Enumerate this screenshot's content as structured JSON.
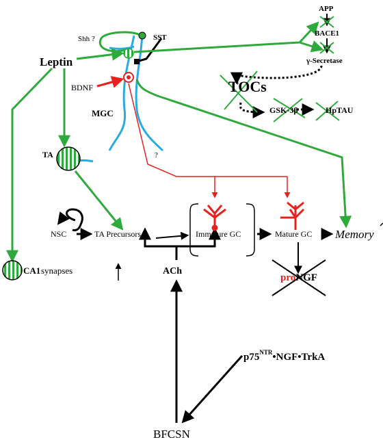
{
  "colors": {
    "green": "#2eaa3c",
    "blue": "#29abe2",
    "red": "#e8211c",
    "black": "#000000"
  },
  "labels": {
    "leptin": "Leptin",
    "shh": "Shh ?",
    "sst": "SST",
    "bdnf": "BDNF",
    "mgc": "MGC",
    "app": "APP",
    "bace1": "BACE1",
    "gamma_secretase": "γ-Secretase",
    "tocs": "TOCs",
    "gsk3b": "GSK-3β",
    "hptau": "HpTAU",
    "question": "?",
    "ta": "TA",
    "nsc": "NSC",
    "ta_precursors": "TA Precursors",
    "immature_gc": "Immature GC",
    "mature_gc": "Mature GC",
    "memory": "Memory",
    "ca1": "CA1",
    "synapses": "synapses",
    "ach": "ACh",
    "pro": "pro",
    "ngf": "NGF",
    "p75": "p75",
    "ntr": "NTR",
    "ngf_trka": "•NGF•TrkA",
    "bfcsn": "BFCSN"
  }
}
